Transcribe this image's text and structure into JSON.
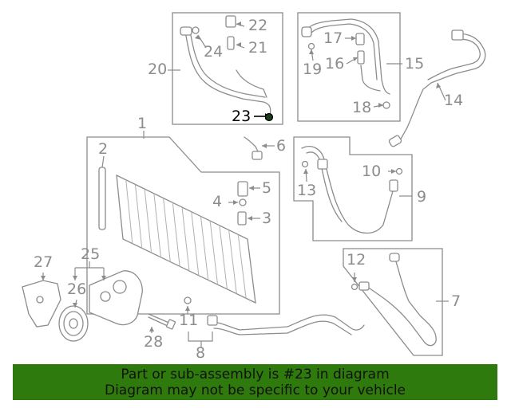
{
  "callouts": {
    "c1": "1",
    "c2": "2",
    "c3": "3",
    "c4": "4",
    "c5": "5",
    "c6": "6",
    "c7": "7",
    "c8": "8",
    "c9": "9",
    "c10": "10",
    "c11": "11",
    "c12": "12",
    "c13": "13",
    "c14": "14",
    "c15": "15",
    "c16": "16",
    "c17": "17",
    "c18": "18",
    "c19": "19",
    "c20": "20",
    "c21": "21",
    "c22": "22",
    "c23": "23",
    "c24": "24",
    "c25": "25",
    "c26": "26",
    "c27": "27",
    "c28": "28"
  },
  "highlight": {
    "part": "23",
    "color": "#000000"
  },
  "banner": {
    "line1": "Part or sub-assembly is #23 in diagram",
    "line2": "Diagram may not be specific to your vehicle",
    "background": "#2f7a0c"
  },
  "colors": {
    "line_art": "#8c8c8c"
  }
}
